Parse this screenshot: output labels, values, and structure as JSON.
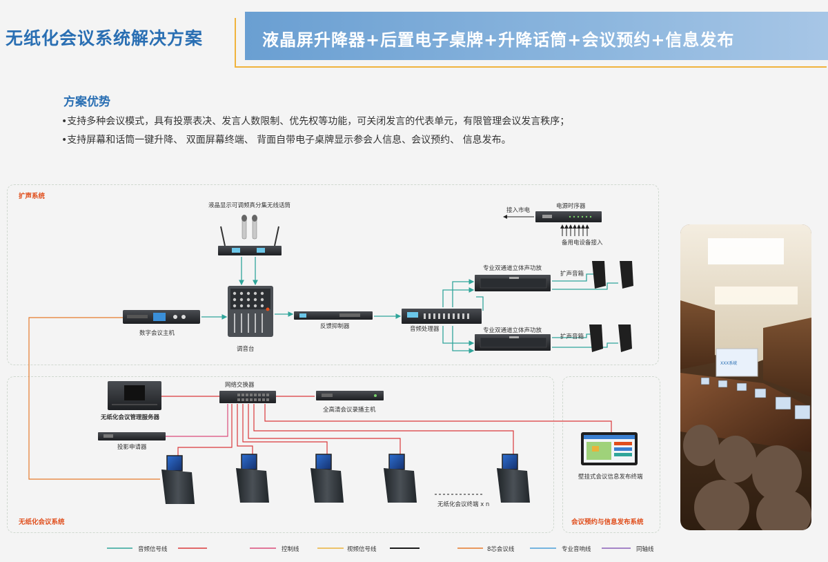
{
  "header": {
    "left_title": "无纸化会议系统解决方案",
    "right_title": "液晶屏升降器+后置电子桌牌+升降话筒+会议预约+信息发布"
  },
  "advantages": {
    "title": "方案优势",
    "lines": [
      "•支持多种会议模式，具有投票表决、发言人数限制、优先权等功能，可关闭发言的代表单元，有限管理会议发言秩序；",
      "•支持屏幕和话筒一键升降、 双面屏幕终端、 背面自带电子桌牌显示参会人信息、会议预约、 信息发布。"
    ]
  },
  "systems": {
    "sound": "扩声系统",
    "paperless": "无纸化会议系统",
    "booking": "会议预约与信息发布系统"
  },
  "devices": {
    "wireless_mic": "液晶显示可调频真分集无线话筒",
    "power_sequencer": "电源时序器",
    "mains_in": "接入市电",
    "backup_power": "备用电设备接入",
    "digital_host": "数字会议主机",
    "mixer": "调音台",
    "feedback": "反馈抑制器",
    "audio_processor": "音频处理器",
    "amp_1": "专业双通道立体声功放",
    "amp_2": "专业双通道立体声功放",
    "speaker_1": "扩声音箱",
    "speaker_2": "扩声音箱",
    "switch": "网络交换器",
    "server": "无纸化会议管理服务器",
    "recorder": "全高清会议录播主机",
    "projector": "投影申请器",
    "terminal": "无纸化会议终端 x n",
    "wall_terminal": "壁挂式会议信息发布终端"
  },
  "legend": [
    {
      "label": "音频信号线",
      "color": "#2fa59a"
    },
    {
      "label": "",
      "color": "#d9383a"
    },
    {
      "label": "控制线",
      "color": "#d94b7a"
    },
    {
      "label": "视频信号线",
      "color": "#e9b23a"
    },
    {
      "label": "",
      "color": "#1a1a1a"
    },
    {
      "label": "8芯会议线",
      "color": "#e57a2b"
    },
    {
      "label": "专业音响线",
      "color": "#4a9fd8"
    },
    {
      "label": "同轴线",
      "color": "#8a5fb8"
    }
  ],
  "photo": {
    "screen_text": "XXX系统"
  }
}
